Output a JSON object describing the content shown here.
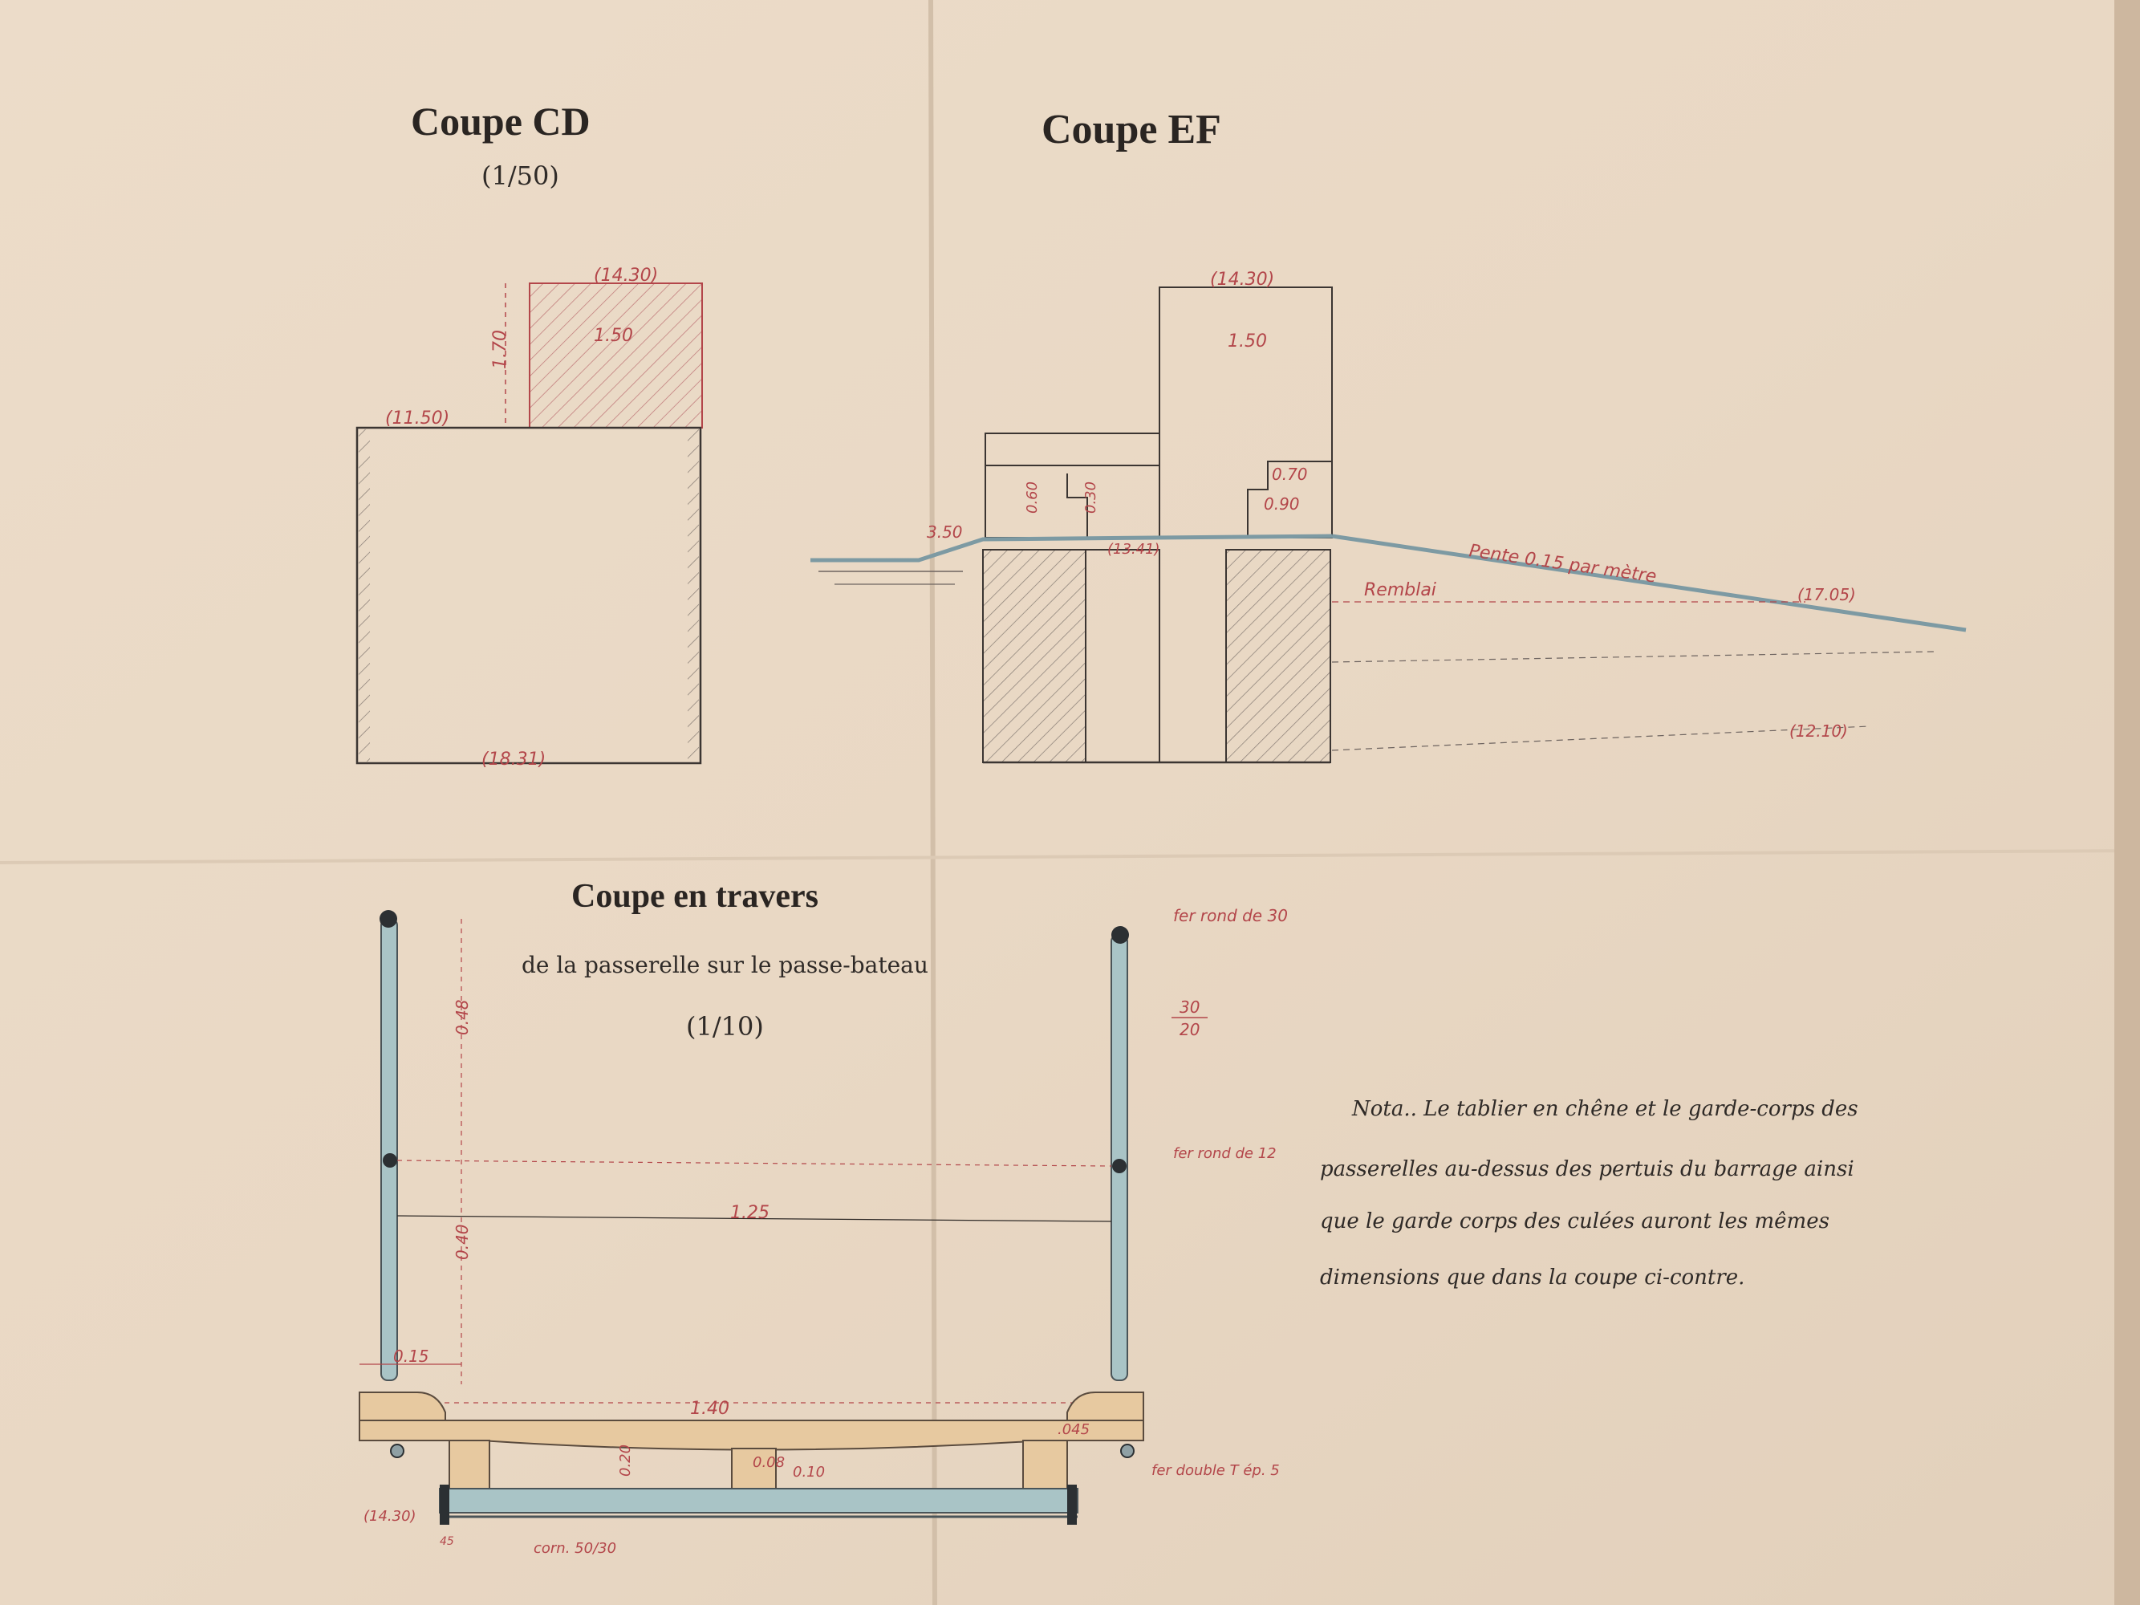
{
  "sheet": {
    "paper_color": "#ead9c6",
    "ink_color": "#2f2a27",
    "dimension_color": "#b3464a",
    "wood_color": "#e7c9a0",
    "steel_color": "#a9c4c6"
  },
  "coupe_cd": {
    "title": "Coupe CD",
    "scale": "(1/50)",
    "dims": {
      "top_width": "(14.30)",
      "height": "1.70",
      "inner": "1.50",
      "ledge": "(11.50)",
      "bottom": "(18.31)"
    }
  },
  "coupe_ef": {
    "title": "Coupe EF",
    "dims": {
      "top_width": "(14.30)",
      "inner": "1.50",
      "step1": "0.70",
      "step2": "0.90",
      "left_level": "3.50",
      "h1": "0.60",
      "h2": "0.30",
      "mid_level": "(13.41)",
      "slope": "Pente 0.15 par mètre",
      "fill": "Remblai",
      "right_level": "(17.05)",
      "bottom_level": "(12.10)"
    }
  },
  "coupe_travers": {
    "title": "Coupe en travers",
    "subtitle": "de la passerelle sur le passe-bateau",
    "scale": "(1/10)",
    "labels": {
      "rail_top": "fer rond de 30",
      "rail_section_top": "30",
      "rail_section_bottom": "20",
      "rail_mid": "fer rond de 12",
      "post_upper": "0.48",
      "post_lower": "0.40",
      "span": "1.25",
      "base": "0.15",
      "deck": "1.40",
      "deck_end": ".045",
      "gap1": "0.20",
      "gap2": "0.08",
      "gap3": "0.10",
      "beam": "fer double T ép. 5",
      "corniere": "corn. 50/30",
      "bottom_level": "(14.30)",
      "bottom_small": "45"
    }
  },
  "nota": {
    "lines": [
      "Nota.. Le tablier en chêne et le garde-corps des",
      "passerelles au-dessus des pertuis du barrage ainsi",
      "que le garde corps des culées auront les mêmes",
      "dimensions que dans la coupe ci-contre."
    ]
  }
}
